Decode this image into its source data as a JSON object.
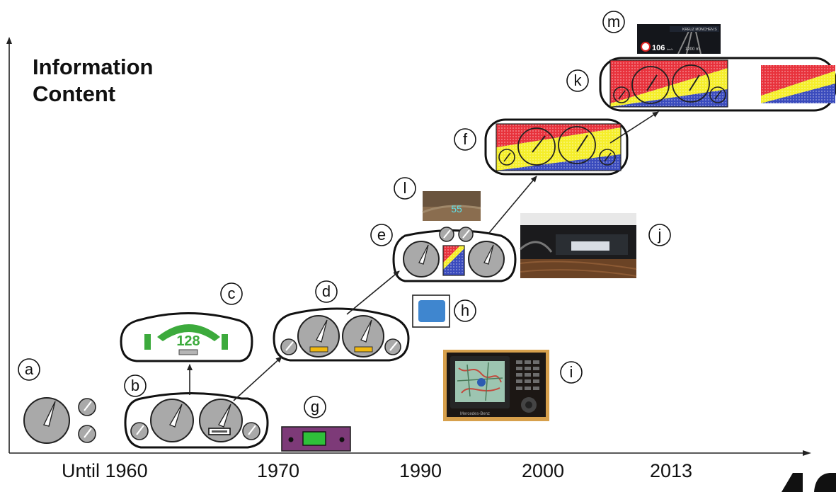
{
  "y_axis_label": [
    "Information",
    "Content"
  ],
  "x_ticks": [
    "Until 1960",
    "1970",
    "1990",
    "2000",
    "2013"
  ],
  "markers": [
    "a",
    "b",
    "c",
    "d",
    "e",
    "f",
    "g",
    "h",
    "i",
    "j",
    "k",
    "l",
    "m"
  ],
  "cluster_c_display_value": "128",
  "hud_speed_value": "55",
  "nav_display": {
    "speed_value": "106",
    "speed_unit": "km/h",
    "distance": "1200 m",
    "destination_text": "KREUZ MÜNCHEN S"
  },
  "brand_text": "Mercedes-Benz",
  "colors": {
    "gauge_fill": "#a9a9a9",
    "green_lamp": "#3caa3c",
    "amber_bar": "#f2b90f",
    "plum_panel": "#7d3a78",
    "screen_blue": "#3f86cf",
    "pattern_red": "#e8323c",
    "pattern_yellow": "#f5ee2a",
    "pattern_blue": "#3a4bbd"
  }
}
